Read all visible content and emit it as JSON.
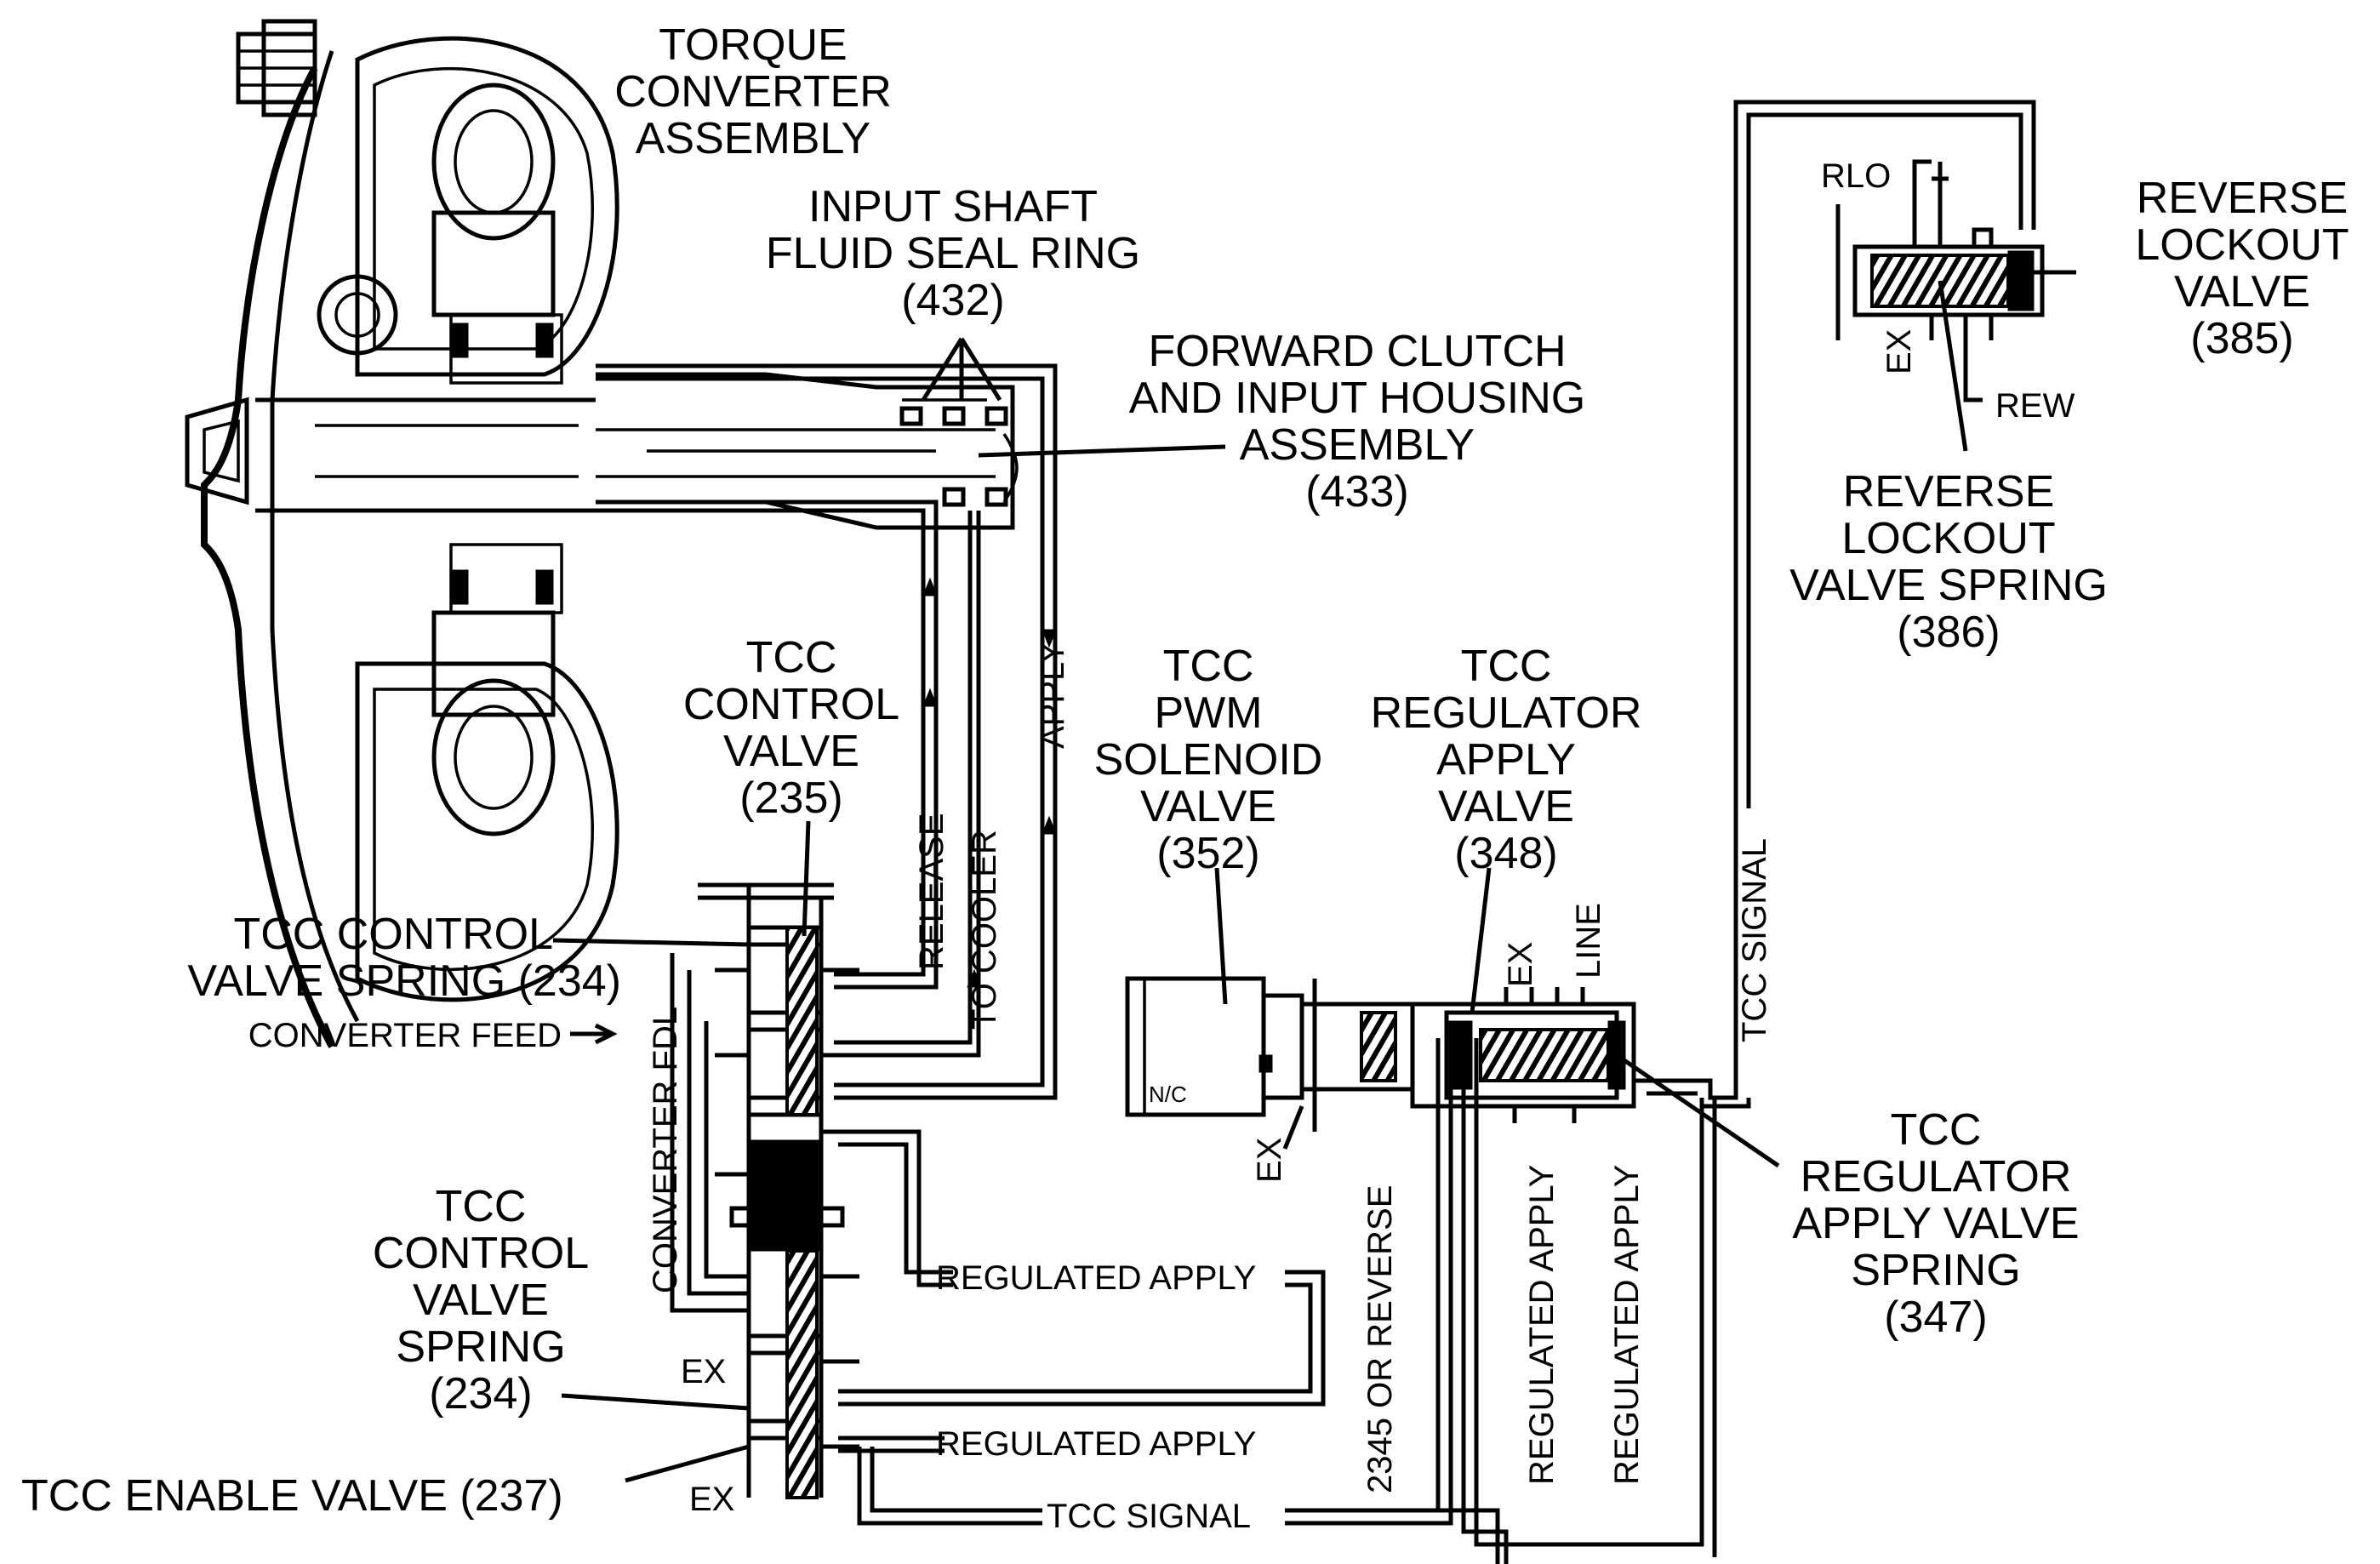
{
  "labels": {
    "torque_converter": [
      "TORQUE",
      "CONVERTER",
      "ASSEMBLY"
    ],
    "input_shaft_seal": [
      "INPUT SHAFT",
      "FLUID SEAL RING",
      "(432)"
    ],
    "forward_clutch": [
      "FORWARD CLUTCH",
      "AND INPUT HOUSING",
      "ASSEMBLY",
      "(433)"
    ],
    "tcc_control_valve": [
      "TCC",
      "CONTROL",
      "VALVE",
      "(235)"
    ],
    "tcc_control_valve_spring_top": [
      "TCC CONTROL",
      "VALVE SPRING (234)"
    ],
    "tcc_control_valve_spring_bottom": [
      "TCC",
      "CONTROL",
      "VALVE",
      "SPRING",
      "(234)"
    ],
    "tcc_enable_valve": "TCC ENABLE VALVE (237)",
    "tcc_pwm_solenoid": [
      "TCC",
      "PWM",
      "SOLENOID",
      "VALVE",
      "(352)"
    ],
    "tcc_regulator_apply_valve": [
      "TCC",
      "REGULATOR",
      "APPLY",
      "VALVE",
      "(348)"
    ],
    "tcc_regulator_apply_valve_spring": [
      "TCC",
      "REGULATOR",
      "APPLY VALVE",
      "SPRING",
      "(347)"
    ],
    "reverse_lockout_valve": [
      "REVERSE",
      "LOCKOUT",
      "VALVE",
      "(385)"
    ],
    "reverse_lockout_valve_spring": [
      "REVERSE",
      "LOCKOUT",
      "VALVE SPRING",
      "(386)"
    ]
  },
  "passages": {
    "apply": "APPLY",
    "release": "RELEASE",
    "to_cooler": "TO COOLER",
    "converter_feed": "CONVERTER FEED",
    "converter_fdl": "CONVERTER FDL",
    "regulated_apply": "REGULATED APPLY",
    "tcc_signal": "TCC SIGNAL",
    "reverse_2345": "2345 OR REVERSE",
    "line": "LINE",
    "ex": "EX",
    "rlo": "RLO",
    "rew": "REW",
    "nc": "N/C"
  }
}
